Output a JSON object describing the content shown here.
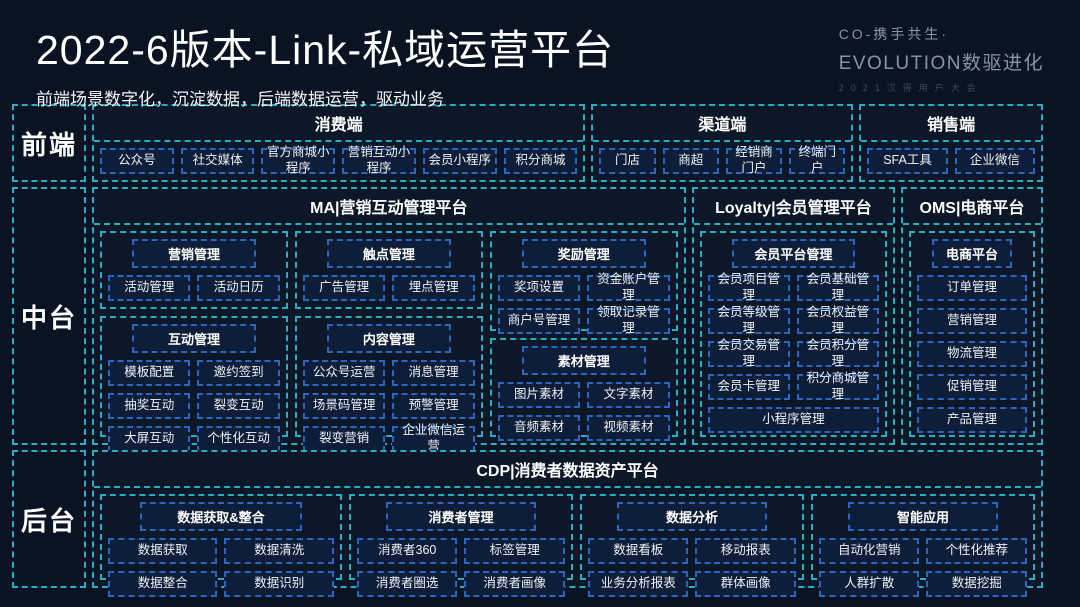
{
  "header": {
    "title": "2022-6版本-Link-私域运营平台",
    "subtitle": "前端场景数字化，沉淀数据，后端数据运营，驱动业务",
    "logo": {
      "line1": "CO-携手共生·",
      "line2": "EVOLUTION数驱进化",
      "line3": "2021汉得用户大会"
    }
  },
  "colors": {
    "background": "#0a1322",
    "section_border": "#28aec4",
    "item_border": "#2a66c0",
    "item_fill": "#0e1e38",
    "text": "#eef3f8"
  },
  "bands": [
    {
      "label": "前端",
      "sections": [
        {
          "title": "消费端",
          "items": [
            "公众号",
            "社交媒体",
            "官方商城小程序",
            "营销互动小程序",
            "会员小程序",
            "积分商城"
          ]
        },
        {
          "title": "渠道端",
          "items": [
            "门店",
            "商超",
            "经销商门户",
            "终端门户"
          ]
        },
        {
          "title": "销售端",
          "items": [
            "SFA工具",
            "企业微信"
          ]
        }
      ]
    },
    {
      "label": "中台",
      "sections": [
        {
          "title": "MA|营销互动管理平台",
          "columns": [
            [
              {
                "name": "营销管理",
                "items": [
                  "活动管理",
                  "活动日历"
                ]
              },
              {
                "name": "互动管理",
                "items": [
                  "模板配置",
                  "邀约签到",
                  "抽奖互动",
                  "裂变互动",
                  "大屏互动",
                  "个性化互动"
                ]
              }
            ],
            [
              {
                "name": "触点管理",
                "items": [
                  "广告管理",
                  "埋点管理"
                ]
              },
              {
                "name": "内容管理",
                "items": [
                  "公众号运营",
                  "消息管理",
                  "场景码管理",
                  "预警管理",
                  "裂变营销",
                  "企业微信运营"
                ]
              }
            ],
            [
              {
                "name": "奖励管理",
                "items": [
                  "奖项设置",
                  "资金账户管理",
                  "商户号管理",
                  "领取记录管理"
                ]
              },
              {
                "name": "素材管理",
                "items": [
                  "图片素材",
                  "文字素材",
                  "音频素材",
                  "视频素材"
                ]
              }
            ]
          ]
        },
        {
          "title": "Loyalty|会员管理平台",
          "groups": [
            {
              "name": "会员平台管理",
              "items": [
                "会员项目管理",
                "会员基础管理",
                "会员等级管理",
                "会员权益管理",
                "会员交易管理",
                "会员积分管理",
                "会员卡管理",
                "积分商城管理",
                "小程序管理"
              ]
            }
          ]
        },
        {
          "title": "OMS|电商平台",
          "groups": [
            {
              "name": "电商平台",
              "items": [
                "订单管理",
                "营销管理",
                "物流管理",
                "促销管理",
                "产品管理"
              ]
            }
          ]
        }
      ]
    },
    {
      "label": "后台",
      "sections": [
        {
          "title": "CDP|消费者数据资产平台",
          "groups": [
            {
              "name": "数据获取&整合",
              "items": [
                "数据获取",
                "数据清洗",
                "数据整合",
                "数据识别"
              ]
            },
            {
              "name": "消费者管理",
              "items": [
                "消费者360",
                "标签管理",
                "消费者圈选",
                "消费者画像"
              ]
            },
            {
              "name": "数据分析",
              "items": [
                "数据看板",
                "移动报表",
                "业务分析报表",
                "群体画像"
              ]
            },
            {
              "name": "智能应用",
              "items": [
                "自动化营销",
                "个性化推荐",
                "人群扩散",
                "数据挖掘"
              ]
            }
          ]
        }
      ]
    }
  ]
}
